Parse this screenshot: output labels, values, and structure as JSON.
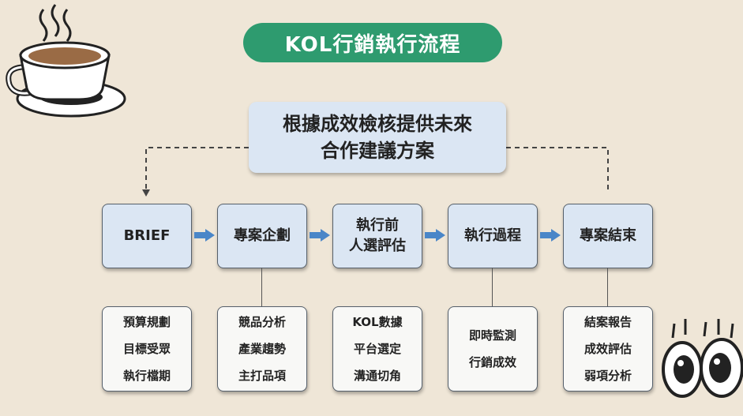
{
  "title": "KOL行銷執行流程",
  "feedback": {
    "line1": "根據成效檢核提供未來",
    "line2": "合作建議方案"
  },
  "steps": [
    {
      "line1": "BRIEF",
      "line2": ""
    },
    {
      "line1": "專案企劃",
      "line2": ""
    },
    {
      "line1": "執行前",
      "line2": "人選評估"
    },
    {
      "line1": "執行過程",
      "line2": ""
    },
    {
      "line1": "專案結束",
      "line2": ""
    }
  ],
  "details": [
    [
      "預算規劃",
      "目標受眾",
      "執行檔期"
    ],
    [
      "競品分析",
      "產業趨勢",
      "主打品項"
    ],
    [
      "KOL數據",
      "平台選定",
      "溝通切角"
    ],
    [
      "即時監測",
      "行銷成效"
    ],
    [
      "結案報告",
      "成效評估",
      "弱項分析"
    ]
  ],
  "colors": {
    "title_bg": "#2e9b6f",
    "box_fill": "#dbe6f3",
    "arrow": "#4a86c8",
    "background": "#efe6d7"
  },
  "decorations": [
    "coffee-cup-icon",
    "cartoon-eyes-icon"
  ]
}
